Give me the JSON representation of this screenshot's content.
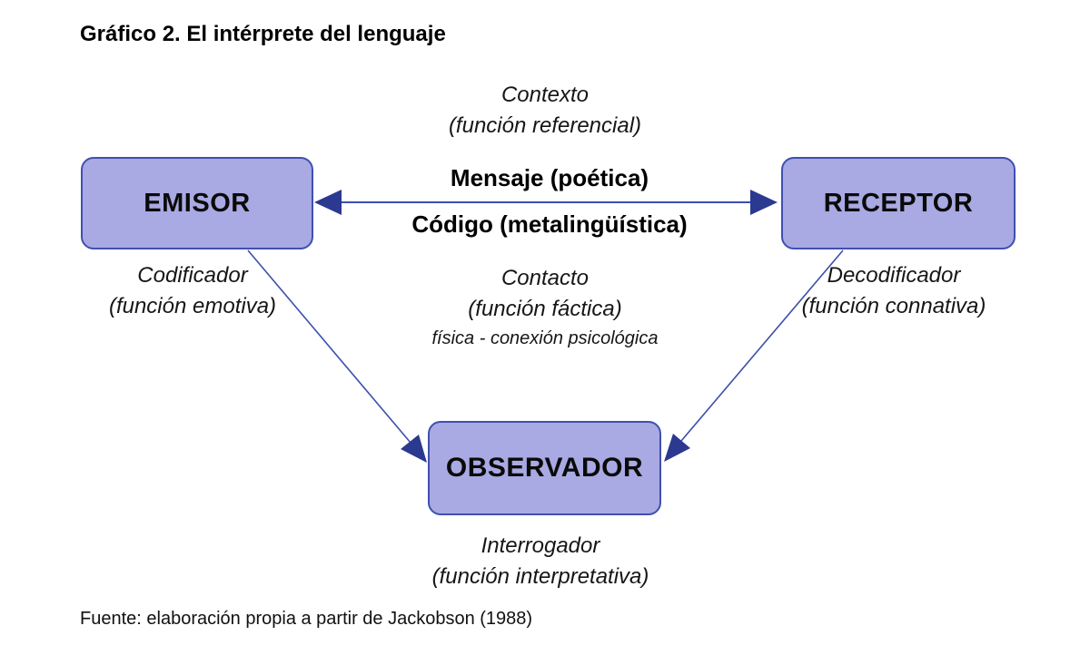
{
  "title": "Gráfico 2. El intérprete del lenguaje",
  "diagram": {
    "nodes": {
      "emisor": {
        "label": "EMISOR"
      },
      "receptor": {
        "label": "RECEPTOR"
      },
      "observador": {
        "label": "OBSERVADOR"
      }
    },
    "labels": {
      "contexto": {
        "line1": "Contexto",
        "line2": "(función referencial)"
      },
      "mensaje": "Mensaje (poética)",
      "codigo": "Código (metalingüística)",
      "codificador": {
        "line1": "Codificador",
        "line2": "(función emotiva)"
      },
      "decodificador": {
        "line1": "Decodificador",
        "line2": "(función connativa)"
      },
      "contacto": {
        "line1": "Contacto",
        "line2": "(función fáctica)",
        "line3": "física - conexión psicológica"
      },
      "interrogador": {
        "line1": "Interrogador",
        "line2": "(función interpretativa)"
      }
    },
    "colors": {
      "node_fill": "#a9a9e3",
      "node_border": "#4050b0",
      "arrow_line": "#3b4fad",
      "arrow_head": "#2b3990"
    }
  },
  "source": "Fuente: elaboración propia a partir de Jackobson (1988)"
}
